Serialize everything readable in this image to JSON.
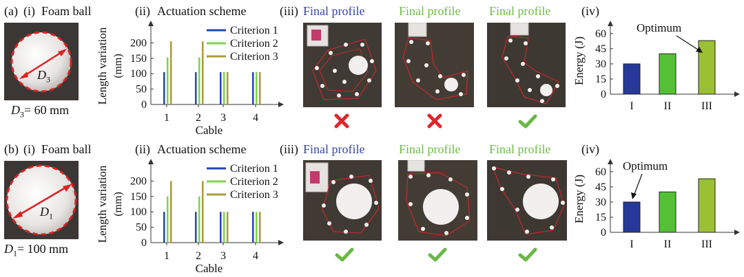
{
  "colors": {
    "c1": "#2343b2",
    "c2": "#7ed348",
    "c3": "#a89a3a",
    "blue_title": "#3646a8",
    "green_title": "#6cbe45",
    "bar_I": "#26399a",
    "bar_II": "#55c036",
    "bar_III": "#9ac033",
    "cross": "#e0262b",
    "check": "#67b844",
    "ball_dash": "#e02020"
  },
  "rows": [
    {
      "label_a": "(a)",
      "label_i": "(i)",
      "foam_title": "Foam ball",
      "diam_var": "D",
      "diam_sub": "3",
      "diam_eq": "= 60 mm",
      "label_ii": "(ii)",
      "act_title": "Actuation scheme",
      "label_iii": "(iii)",
      "profiles": [
        "Final profile",
        "Final profile",
        "Final profile"
      ],
      "marks": [
        "cross",
        "cross",
        "check"
      ],
      "label_iv": "(iv)",
      "optimum": "Optimum"
    },
    {
      "label_a": "(b)",
      "label_i": "(i)",
      "foam_title": "Foam ball",
      "diam_var": "D",
      "diam_sub": "1",
      "diam_eq": "= 100 mm",
      "label_ii": "(ii)",
      "act_title": "Actuation scheme",
      "label_iii": "(iii)",
      "profiles": [
        "Final profile",
        "Final profile",
        "Final profile"
      ],
      "marks": [
        "check",
        "check",
        "check"
      ],
      "label_iv": "(iv)",
      "optimum": "Optimum"
    }
  ],
  "chart_data": [
    {
      "type": "bar",
      "xlabel": "Cable",
      "ylabel": "Length variation (mm)",
      "categories": [
        "1",
        "2",
        "3",
        "4"
      ],
      "ylim": [
        0,
        250
      ],
      "yticks": [
        "0",
        "50",
        "100",
        "150",
        "200"
      ],
      "series": [
        {
          "name": "Criterion 1",
          "values": [
            105,
            105,
            105,
            105
          ]
        },
        {
          "name": "Criterion 2",
          "values": [
            153,
            153,
            105,
            105
          ]
        },
        {
          "name": "Criterion 3",
          "values": [
            205,
            205,
            105,
            105
          ]
        }
      ]
    },
    {
      "type": "bar",
      "ylabel": "Energy (J)",
      "categories": [
        "I",
        "II",
        "III"
      ],
      "ylim": [
        0,
        66
      ],
      "yticks": [
        "0",
        "15",
        "30",
        "45",
        "60"
      ],
      "values": [
        30,
        40,
        53
      ]
    },
    {
      "type": "bar",
      "xlabel": "Cable",
      "ylabel": "Length variation (mm)",
      "categories": [
        "1",
        "2",
        "3",
        "4"
      ],
      "ylim": [
        0,
        250
      ],
      "yticks": [
        "0",
        "50",
        "100",
        "150",
        "200"
      ],
      "series": [
        {
          "name": "Criterion 1",
          "values": [
            100,
            100,
            100,
            100
          ]
        },
        {
          "name": "Criterion 2",
          "values": [
            150,
            150,
            100,
            100
          ]
        },
        {
          "name": "Criterion 3",
          "values": [
            200,
            200,
            100,
            100
          ]
        }
      ]
    },
    {
      "type": "bar",
      "ylabel": "Energy (J)",
      "categories": [
        "I",
        "II",
        "III"
      ],
      "ylim": [
        0,
        66
      ],
      "yticks": [
        "0",
        "15",
        "30",
        "45",
        "60"
      ],
      "values": [
        30,
        40,
        53
      ]
    }
  ]
}
